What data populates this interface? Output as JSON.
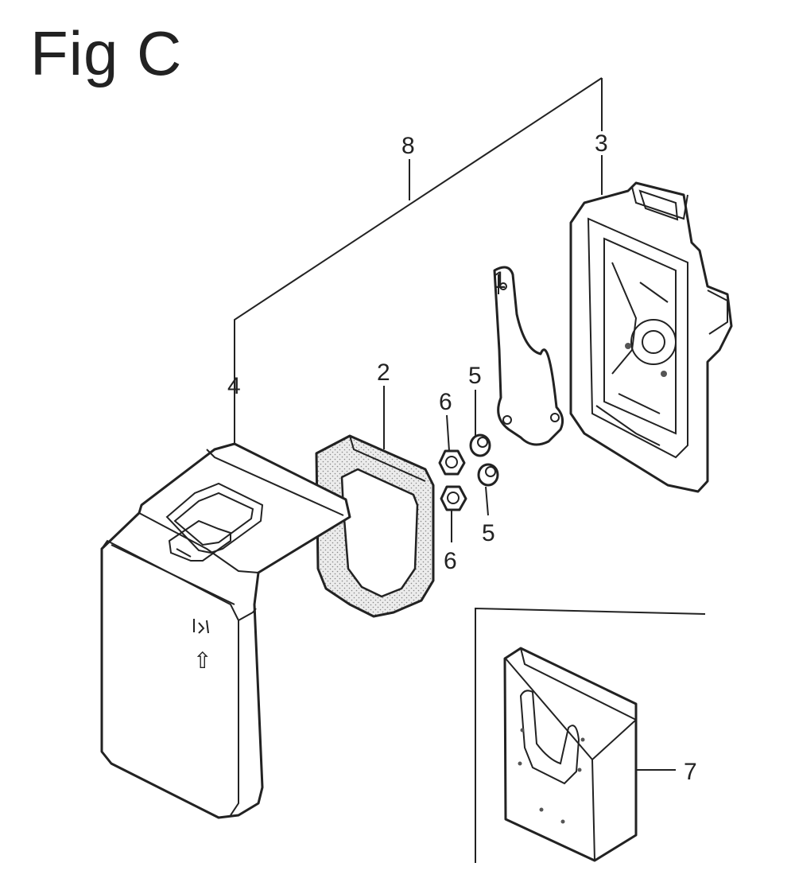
{
  "figure": {
    "title": "Fig C"
  },
  "callouts": {
    "part1": "1",
    "part2": "2",
    "part3": "3",
    "part4": "4",
    "part5a": "5",
    "part5b": "5",
    "part6a": "6",
    "part6b": "6",
    "part7": "7",
    "part8": "8"
  },
  "cover_arrow_glyph": "⇧"
}
